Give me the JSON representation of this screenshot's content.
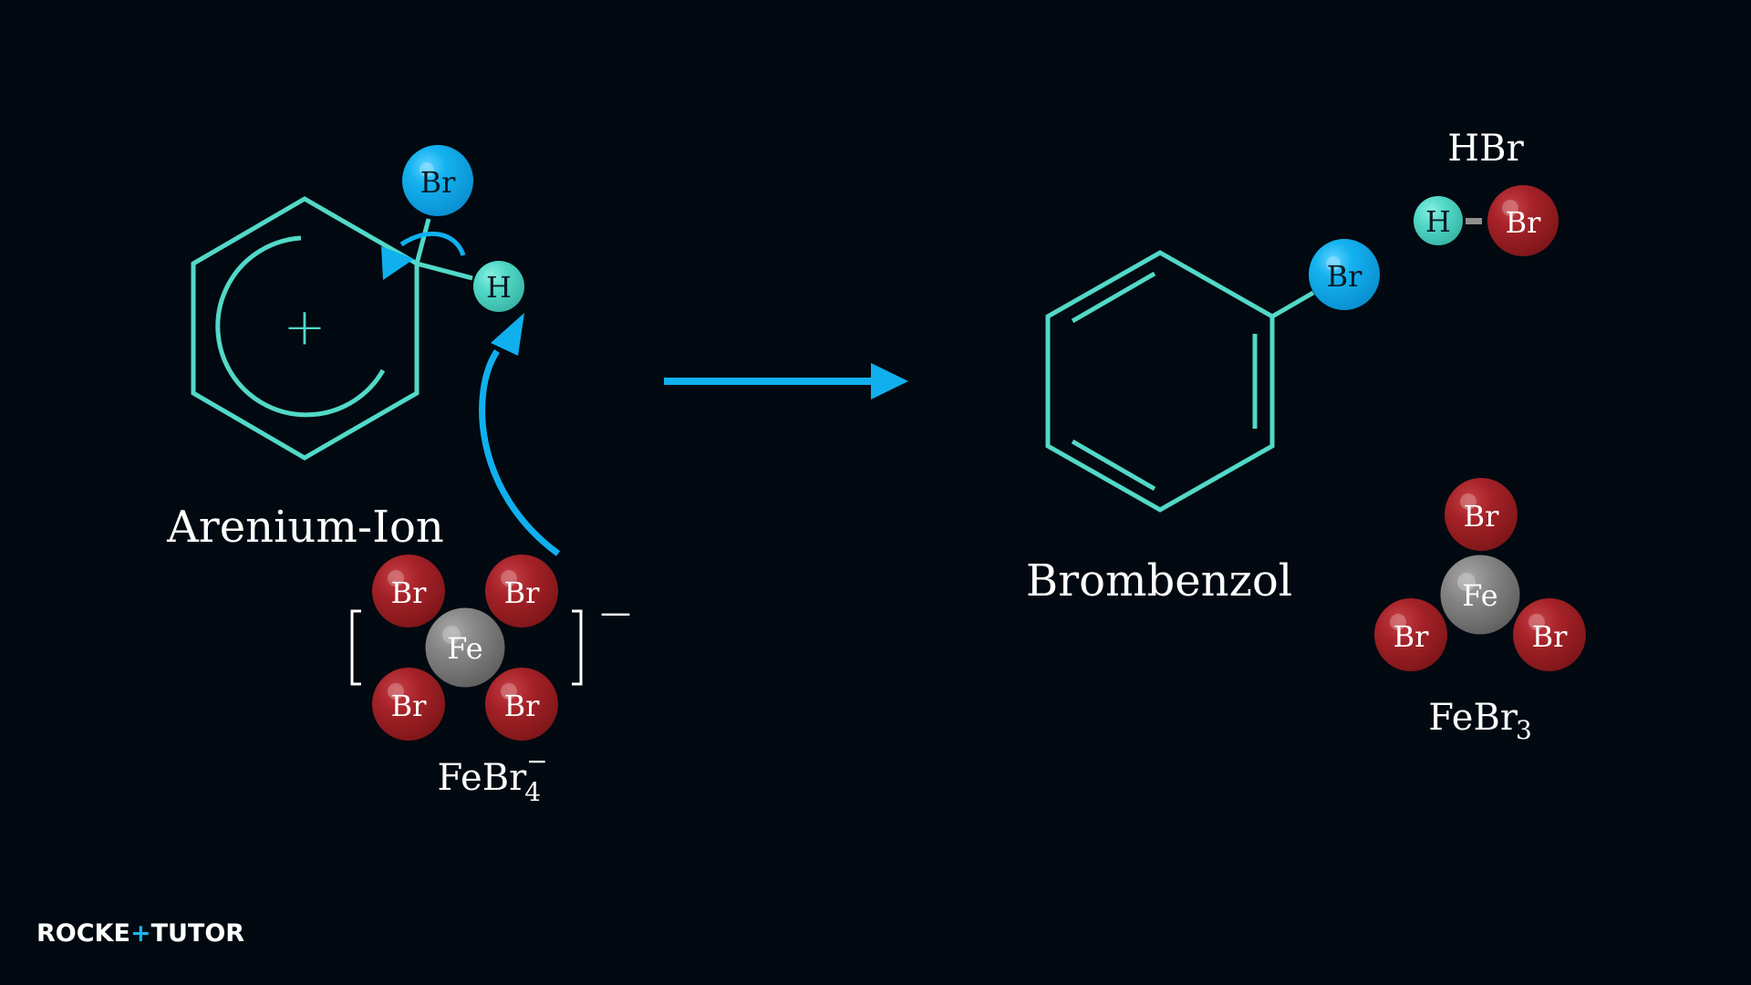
{
  "colors": {
    "background": "#020910",
    "bond": "#52d9c8",
    "arrow": "#10b0ef",
    "bromine_blue": "#10b0ef",
    "bromine_red": "#a42024",
    "hydrogen": "#52d9c8",
    "iron": "#7f7f7f"
  },
  "reactants": {
    "arenium_label": "Arenium-Ion",
    "charge_symbol": "+",
    "br_atom": "Br",
    "h_atom": "H",
    "complex_formula": "FeBr",
    "complex_subscript": "4",
    "complex_superscript": "−",
    "complex_charge": "—",
    "complex_atoms": {
      "fe": "Fe",
      "br1": "Br",
      "br2": "Br",
      "br3": "Br",
      "br4": "Br"
    }
  },
  "products": {
    "brombenzol_label": "Brombenzol",
    "br_atom": "Br",
    "hbr_label": "HBr",
    "hbr_h": "H",
    "hbr_br": "Br",
    "febr3_formula": "FeBr",
    "febr3_subscript": "3",
    "febr3_atoms": {
      "fe": "Fe",
      "br1": "Br",
      "br2": "Br",
      "br3": "Br"
    }
  },
  "logo": {
    "part1": "ROCKE",
    "plus": "+",
    "part2": "TUTO",
    "part3": "R"
  }
}
